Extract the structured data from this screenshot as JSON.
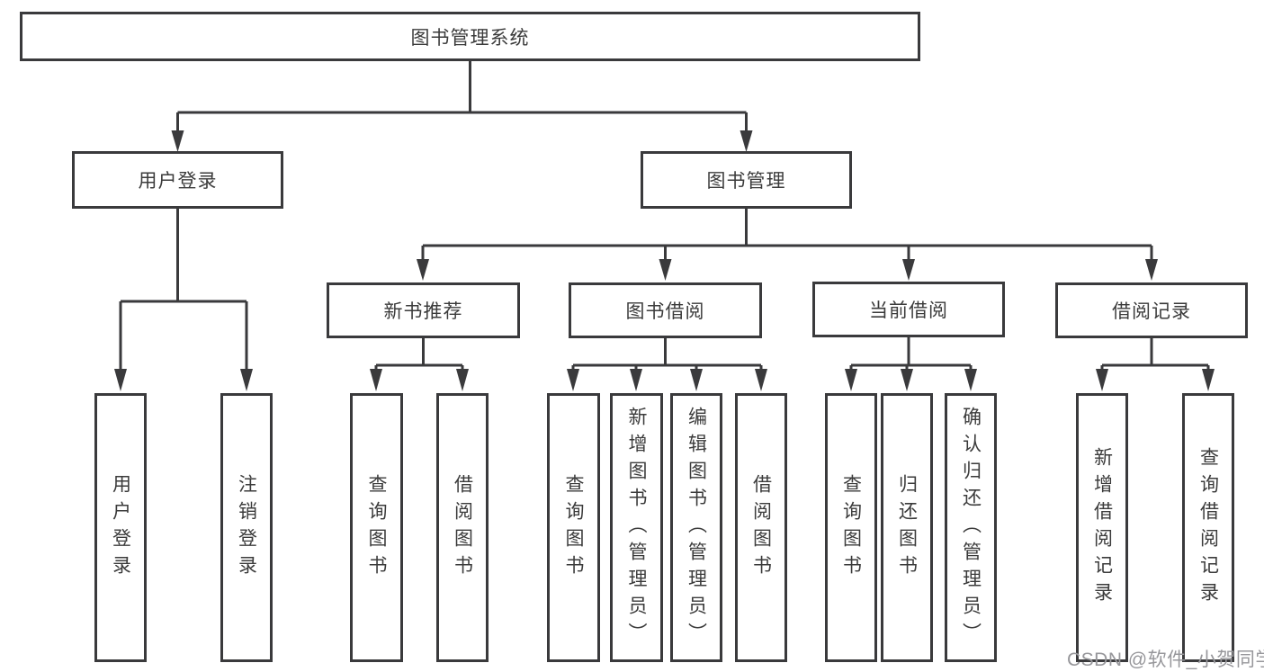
{
  "colors": {
    "line": "#3a3a3c",
    "text": "#3b3b3b",
    "watermark": "#97979b",
    "background": "#ffffff"
  },
  "diagram": {
    "root": {
      "label": "图书管理系统"
    },
    "level2": [
      {
        "label": "用户登录"
      },
      {
        "label": "图书管理"
      }
    ],
    "level3": [
      {
        "label": "新书推荐",
        "parent": "图书管理"
      },
      {
        "label": "图书借阅",
        "parent": "图书管理"
      },
      {
        "label": "当前借阅",
        "parent": "图书管理"
      },
      {
        "label": "借阅记录",
        "parent": "图书管理"
      }
    ],
    "leaves": [
      {
        "label": "用户登录",
        "parent": "用户登录"
      },
      {
        "label": "注销登录",
        "parent": "用户登录"
      },
      {
        "label": "查询图书",
        "parent": "新书推荐"
      },
      {
        "label": "借阅图书",
        "parent": "新书推荐"
      },
      {
        "label": "查询图书",
        "parent": "图书借阅"
      },
      {
        "label": "新增图书（管理员）",
        "parent": "图书借阅"
      },
      {
        "label": "编辑图书（管理员）",
        "parent": "图书借阅"
      },
      {
        "label": "借阅图书",
        "parent": "图书借阅"
      },
      {
        "label": "查询图书",
        "parent": "当前借阅"
      },
      {
        "label": "归还图书",
        "parent": "当前借阅"
      },
      {
        "label": "确认归还（管理员）",
        "parent": "当前借阅"
      },
      {
        "label": "新增借阅记录",
        "parent": "借阅记录"
      },
      {
        "label": "查询借阅记录",
        "parent": "借阅记录"
      }
    ]
  },
  "watermark": {
    "text": "CSDN @软件_小贺同学"
  }
}
